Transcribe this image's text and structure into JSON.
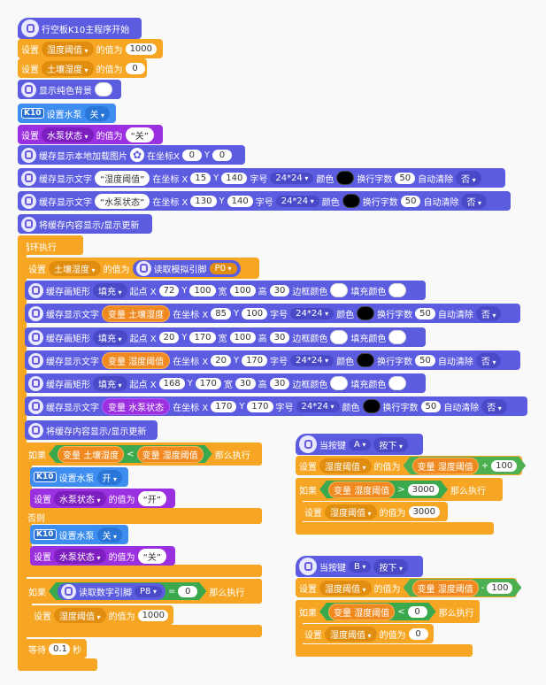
{
  "t": {
    "start": "行空板K10主程序开始",
    "set": "设置",
    "value_of": "的值为",
    "show_bg": "显示纯色背景",
    "k10": "K10",
    "set_pump": "设置水泵",
    "cache_img": "缓存显示本地加载图片",
    "at_x": "在坐标X",
    "y": "Y",
    "cache_text": "缓存显示文字",
    "at_coord_x": "在坐标 X",
    "font": "字号",
    "color": "颜色",
    "wrap": "换行字数",
    "auto_clear": "自动清除",
    "flush": "将缓存内容显示/显示更新",
    "loop": "循环执行",
    "read_analog": "读取模拟引脚",
    "read_digital": "读取数字引脚",
    "rect": "缓存画矩形",
    "start_pt": "起点 X",
    "width": "宽",
    "height": "高",
    "border": "边框颜色",
    "fill_color": "填充颜色",
    "var": "变量",
    "if": "如果",
    "then": "那么执行",
    "else": "否则",
    "wait": "等待",
    "sec": "秒",
    "when_key": "当按键",
    "pressed": "按下"
  },
  "vars": {
    "humidity_threshold": "湿度阈值",
    "soil_humidity": "土壤湿度",
    "pump_state": "水泵状态"
  },
  "opts": {
    "off": "关",
    "on": "开",
    "no": "否",
    "font_size": "24*24",
    "fill": "填充",
    "p0": "P0",
    "p8": "P8",
    "key_a": "A",
    "key_b": "B"
  },
  "vals": {
    "th_init": "1000",
    "soil_init": "0",
    "pump_off": "“关”",
    "pump_on": "“开”",
    "str_humidity": "“湿度阈值”",
    "str_pump": "“水泵状态”",
    "zero": "0",
    "n15": "15",
    "n140": "140",
    "n50": "50",
    "n130": "130",
    "n72": "72",
    "n100": "100",
    "n30": "30",
    "n85": "85",
    "n20": "20",
    "n170": "170",
    "n168": "168",
    "wait": "0.1",
    "n3000": "3000"
  },
  "ops": {
    "lt": "<",
    "eq": "=",
    "gt": ">",
    "plus": "+",
    "minus": "-"
  },
  "colors": {
    "indigo": "#5c5ce0",
    "orange": "#f6a623",
    "purple": "#9b30e0",
    "k10_blue": "#3d8ef0",
    "green": "#3aa94e"
  }
}
